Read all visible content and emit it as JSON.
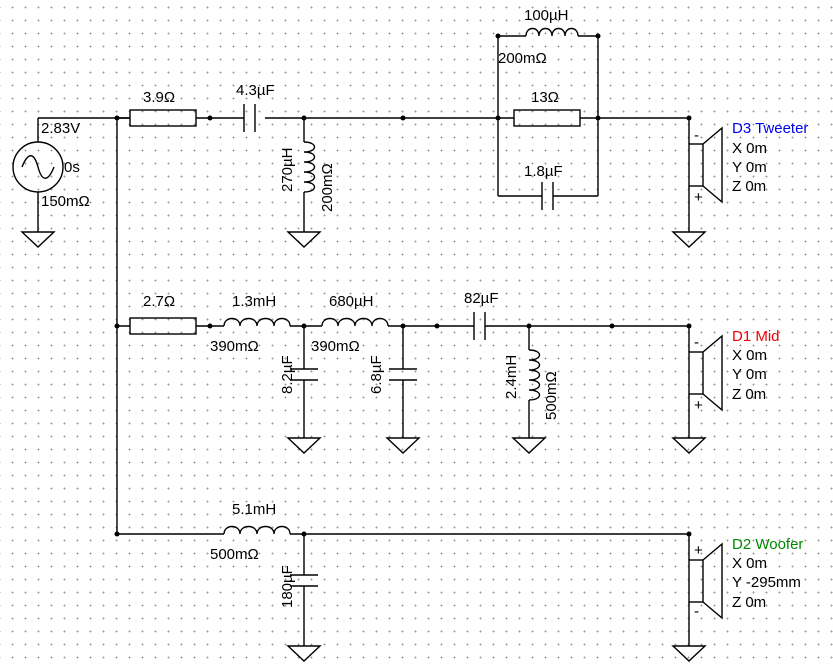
{
  "source": {
    "voltage": "2.83V",
    "phase": "0s",
    "resistance": "150mΩ"
  },
  "tweeter_branch": {
    "series_resistor": "3.9Ω",
    "series_cap": "4.3µF",
    "shunt_inductor": "270µH",
    "shunt_inductor_res": "200mΩ",
    "notch_inductor": "100µH",
    "notch_inductor_res": "200mΩ",
    "notch_resistor": "13Ω",
    "notch_cap": "1.8µF"
  },
  "mid_branch": {
    "series_resistor": "2.7Ω",
    "l1": "1.3mH",
    "l1_res": "390mΩ",
    "l2": "680µH",
    "l2_res": "390mΩ",
    "c1": "8.2µF",
    "c2": "6.8µF",
    "series_cap": "82µF",
    "shunt_inductor": "2.4mH",
    "shunt_inductor_res": "500mΩ"
  },
  "woofer_branch": {
    "inductor": "5.1mH",
    "inductor_res": "500mΩ",
    "shunt_cap": "180µF"
  },
  "drivers": {
    "tweeter": {
      "name": "D3 Tweeter",
      "color": "#0000ee",
      "x": "X 0m",
      "y": "Y 0m",
      "z": "Z 0m",
      "top_pol": "-",
      "bot_pol": "+"
    },
    "mid": {
      "name": "D1 Mid",
      "color": "#ee0000",
      "x": "X 0m",
      "y": "Y 0m",
      "z": "Z 0m",
      "top_pol": "-",
      "bot_pol": "+"
    },
    "woofer": {
      "name": "D2 Woofer",
      "color": "#008800",
      "x": "X 0m",
      "y": "Y -295mm",
      "z": "Z 0m",
      "top_pol": "+",
      "bot_pol": "-"
    }
  }
}
